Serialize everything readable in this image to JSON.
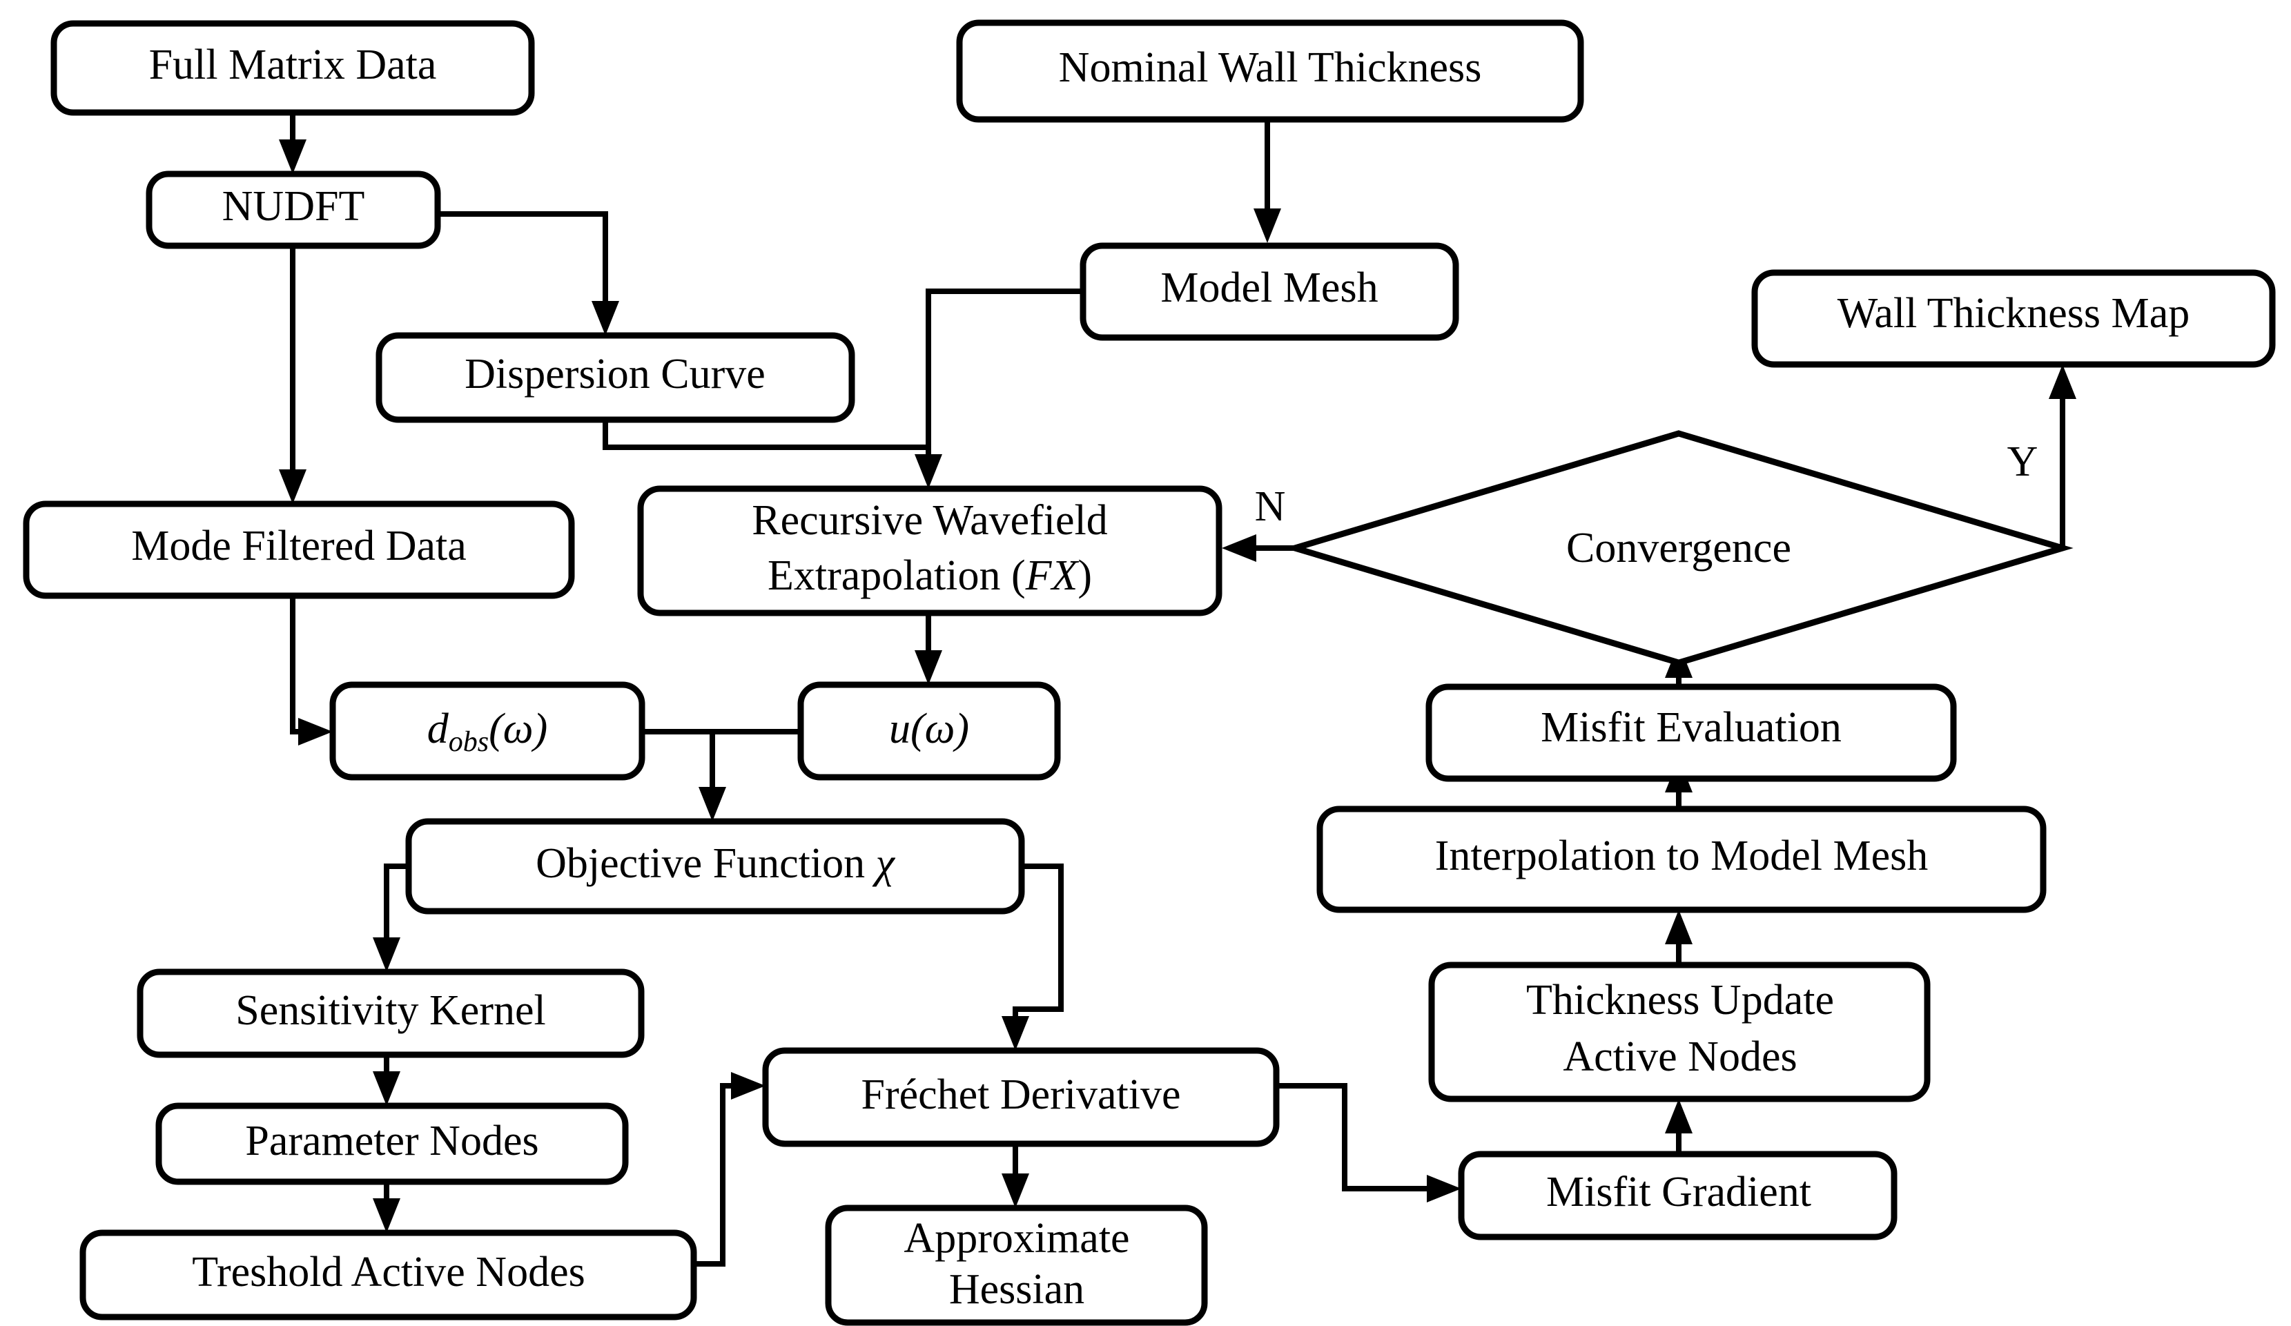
{
  "diagram": {
    "type": "flowchart",
    "title": "",
    "background_color": "#ffffff",
    "line_color": "#000000",
    "text_color": "#000000"
  },
  "nodes": {
    "full_matrix_data": "Full Matrix Data",
    "nudft": "NUDFT",
    "dispersion_curve": "Dispersion Curve",
    "mode_filtered_data": "Mode Filtered Data",
    "nominal_wall_thickness": "Nominal Wall Thickness",
    "model_mesh": "Model Mesh",
    "recursive_wavefield_line1": "Recursive Wavefield",
    "recursive_wavefield_line2a": "Extrapolation (",
    "recursive_wavefield_line2b": "FX",
    "recursive_wavefield_line2c": ")",
    "d_obs_base": "d",
    "d_obs_sub": "obs",
    "d_obs_arg": "(ω)",
    "u_omega_base": "u",
    "u_omega_arg": "(ω)",
    "objective_function_text": "Objective Function ",
    "objective_function_symbol": "χ",
    "sensitivity_kernel": "Sensitivity Kernel",
    "parameter_nodes": "Parameter Nodes",
    "treshold_active_nodes": "Treshold Active Nodes",
    "frechet_derivative": "Fréchet Derivative",
    "approximate_hessian_line1": "Approximate",
    "approximate_hessian_line2": "Hessian",
    "misfit_gradient": "Misfit Gradient",
    "thickness_update_line1": "Thickness Update",
    "thickness_update_line2": "Active Nodes",
    "interpolation_to_model_mesh": "Interpolation to Model Mesh",
    "misfit_evaluation": "Misfit Evaluation",
    "convergence": "Convergence",
    "wall_thickness_map": "Wall Thickness Map"
  },
  "edge_labels": {
    "no_branch": "N",
    "yes_branch": "Y"
  },
  "flow_order": [
    "Full Matrix Data",
    "NUDFT",
    "Dispersion Curve",
    "Mode Filtered Data",
    "Nominal Wall Thickness",
    "Model Mesh",
    "Recursive Wavefield Extrapolation (FX)",
    "d_obs(ω)",
    "u(ω)",
    "Objective Function χ",
    "Sensitivity Kernel",
    "Parameter Nodes",
    "Treshold Active Nodes",
    "Fréchet Derivative",
    "Approximate Hessian",
    "Misfit Gradient",
    "Thickness Update Active Nodes",
    "Interpolation to Model Mesh",
    "Misfit Evaluation",
    "Convergence",
    "Wall Thickness Map"
  ]
}
